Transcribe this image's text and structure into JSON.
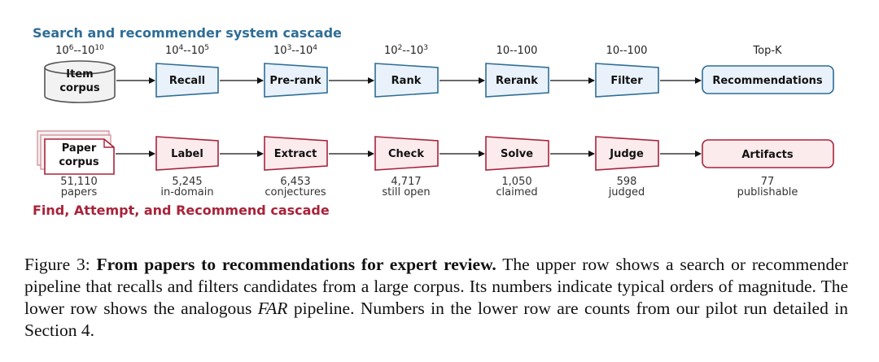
{
  "colors": {
    "blue_text": "#2e6d96",
    "blue_fill": "#e9f2fa",
    "blue_stroke": "#2e6d96",
    "red_text": "#a8233a",
    "red_fill": "#fcebed",
    "red_stroke": "#a8233a",
    "gray_stroke": "#555555",
    "gray_fill": "#f2f2f2"
  },
  "top": {
    "title": "Search and recommender system cascade",
    "corpus": {
      "line1": "Item",
      "line2": "corpus",
      "magnitude": {
        "base": "10",
        "exp1": "6",
        "sep": "--",
        "exp2": "10"
      }
    },
    "stages": [
      {
        "label": "Recall",
        "magnitude": {
          "base": "10",
          "exp1": "4",
          "sep": "--",
          "exp2": "5"
        }
      },
      {
        "label": "Pre-rank",
        "magnitude": {
          "base": "10",
          "exp1": "3",
          "sep": "--",
          "exp2": "4"
        }
      },
      {
        "label": "Rank",
        "magnitude": {
          "base": "10",
          "exp1": "2",
          "sep": "--",
          "exp2": "3"
        }
      },
      {
        "label": "Rerank",
        "magnitude_text": "10--100"
      },
      {
        "label": "Filter",
        "magnitude_text": "10--100"
      }
    ],
    "output": {
      "label": "Recommendations",
      "magnitude_text": "Top-K"
    }
  },
  "bottom": {
    "title": "Find, Attempt, and Recommend cascade",
    "corpus": {
      "line1": "Paper",
      "line2": "corpus",
      "count": "51,110",
      "unit": "papers"
    },
    "stages": [
      {
        "label": "Label",
        "count": "5,245",
        "unit": "in-domain"
      },
      {
        "label": "Extract",
        "count": "6,453",
        "unit": "conjectures"
      },
      {
        "label": "Check",
        "count": "4,717",
        "unit": "still open"
      },
      {
        "label": "Solve",
        "count": "1,050",
        "unit": "claimed"
      },
      {
        "label": "Judge",
        "count": "598",
        "unit": "judged"
      }
    ],
    "output": {
      "label": "Artifacts",
      "count": "77",
      "unit": "publishable"
    }
  },
  "caption": {
    "prefix": "Figure 3: ",
    "bold": "From papers to recommendations for expert review.",
    "text1": " The upper row shows a search or recommender pipeline that recalls and filters candidates from a large corpus. Its numbers indicate typical orders of magnitude. The lower row shows the analogous ",
    "italic": "FAR",
    "text2": " pipeline. Numbers in the lower row are counts from our pilot run detailed in Section 4."
  }
}
